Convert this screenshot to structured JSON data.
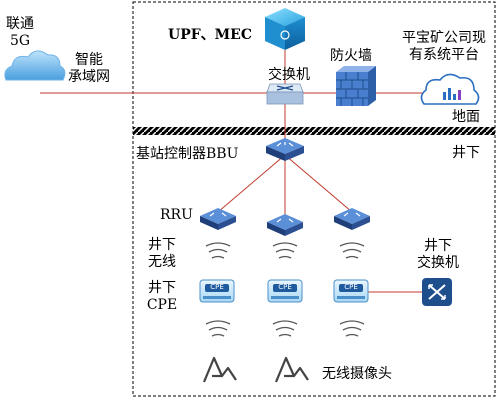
{
  "left": {
    "carrier_line1": "联通",
    "carrier_line2": "5G",
    "network_line1": "智能",
    "network_line2": "承域网"
  },
  "surface": {
    "upf_mec": "UPF、MEC",
    "switch": "交换机",
    "firewall": "防火墙",
    "platform_line1": "平宝矿公司现",
    "platform_line2": "有系统平台",
    "zone": "地面"
  },
  "underground": {
    "zone": "井下",
    "bbu": "基站控制器BBU",
    "rru": "RRU",
    "wireless_line1": "井下",
    "wireless_line2": "无线",
    "cpe_line1": "井下",
    "cpe_line2": "CPE",
    "cpe_badge": "CPE",
    "ug_switch_line1": "井下",
    "ug_switch_line2": "交换机",
    "camera": "无线摄像头"
  },
  "colors": {
    "link_line": "#c0392b",
    "cloud": "#5aa9e6",
    "device_blue": "#1f4e8c",
    "cube": "#2aa3e0"
  }
}
